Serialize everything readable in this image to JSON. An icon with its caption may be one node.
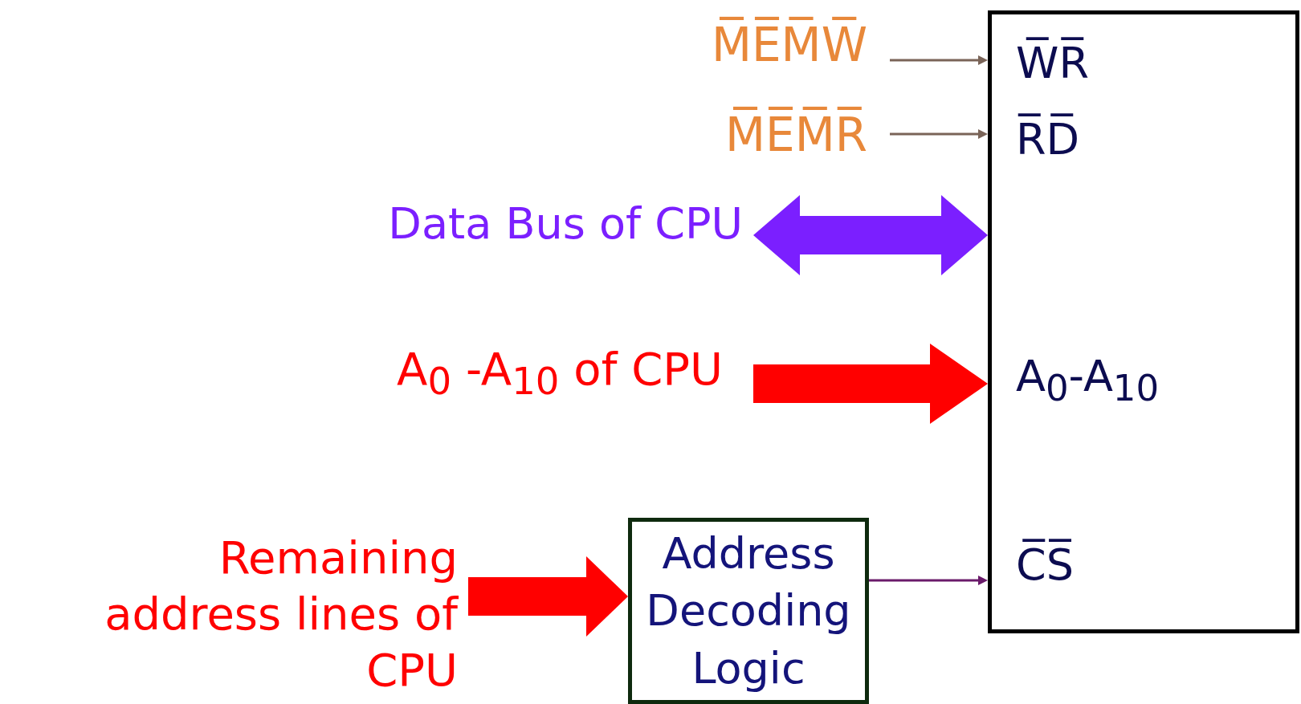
{
  "diagram": {
    "nodes": [
      {
        "text": [
          "M̅E̅M̅W̅"
        ]
      },
      {
        "text": [
          "M̅E̅M̅R̅"
        ]
      },
      {
        "text": [
          "Data Bus of CPU"
        ]
      },
      {
        "text": [
          "A$_{0}$ -A$_{10}$ of CPU"
        ]
      },
      {
        "text": [
          "Remaining address lines of CPU"
        ]
      },
      {
        "text": [
          "Address Decoding Logic"
        ]
      },
      {
        "text": [
          "W̅R̅",
          "R̅D̅",
          "A$_{0}$-A$_{10}$",
          "C̅S̅"
        ]
      }
    ],
    "edges": [
      {
        "from": 0,
        "to": 6,
        "arrow": "to",
        "color": "#7a6458"
      },
      {
        "from": 1,
        "to": 6,
        "arrow": "to",
        "color": "#7a6458"
      },
      {
        "from": 2,
        "to": 6,
        "arrow": "both",
        "style": "thick",
        "color": "#7b1fff"
      },
      {
        "from": 3,
        "to": 6,
        "arrow": "to",
        "style": "thick",
        "color": "#ff0000"
      },
      {
        "from": 4,
        "to": 5,
        "arrow": "to",
        "style": "thick",
        "color": "#ff0000"
      },
      {
        "from": 5,
        "to": 6,
        "arrow": "to",
        "color": "#6a1a6a"
      }
    ]
  }
}
